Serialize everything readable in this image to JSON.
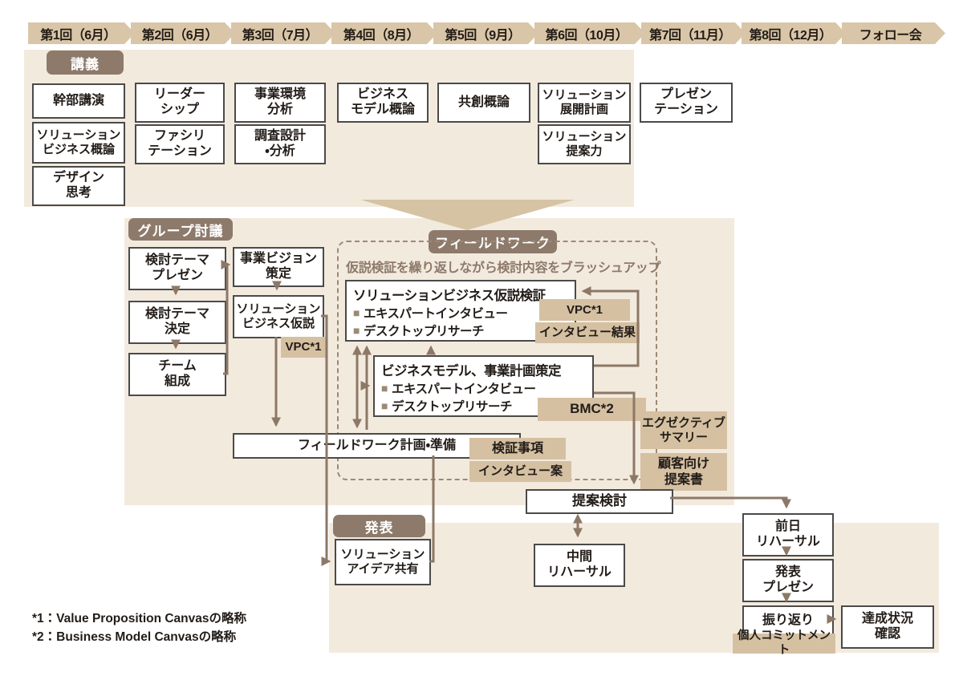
{
  "timeline": {
    "sessions": [
      "第1回（6月）",
      "第2回（6月）",
      "第3回（7月）",
      "第4回（8月）",
      "第5回（9月）",
      "第6回（10月）",
      "第7回（11月）",
      "第8回（12月）",
      "フォロー会"
    ]
  },
  "sections": {
    "lecture": {
      "label": "講義"
    },
    "group_discussion": {
      "label": "グループ討議"
    },
    "fieldwork": {
      "label": "フィールドワーク",
      "subtitle": "仮説検証を繰り返しながら検討内容をブラッシュアップ"
    },
    "presentation": {
      "label": "発表"
    }
  },
  "lecture": {
    "boxes": [
      "幹部講演",
      "ソリューション\nビジネス概論",
      "デザイン\n思考",
      "リーダー\nシップ",
      "ファシリ\nテーション",
      "事業環境\n分析",
      "調査設計\n・分析",
      "ビジネス\nモデル概論",
      "共創概論",
      "ソリューション\n展開計画",
      "ソリューション\n提案力",
      "プレゼン\nテーション"
    ]
  },
  "group": {
    "boxes": [
      "検討テーマ\nプレゼン",
      "検討テーマ\n決定",
      "チーム\n組成",
      "事業ビジョン\n策定",
      "ソリューション\nビジネス仮説"
    ],
    "vpc_label": "VPC*1"
  },
  "fieldwork": {
    "hypothesis_box": {
      "title": "ソリューションビジネス仮説検証",
      "items": [
        "エキスパートインタビュー",
        "デスクトップリサーチ"
      ]
    },
    "bizmodel_box": {
      "title": "ビジネスモデル、事業計画策定",
      "items": [
        "エキスパートインタビュー",
        "デスクトップリサーチ"
      ]
    },
    "plan_box": "フィールドワーク計画・準備",
    "labels": {
      "vpc": "VPC*1",
      "interview_result": "インタビュー結果",
      "bmc": "BMC*2",
      "verification_items": "検証事項",
      "interview_draft": "インタビュー案"
    }
  },
  "outputs": {
    "exec_summary": "エグゼクティブ\nサマリー",
    "customer_proposal": "顧客向け\n提案書",
    "personal_commitment": "個人コミットメント"
  },
  "flow": {
    "proposal_review": "提案検討",
    "interim_rehearsal": "中間\nリハーサル",
    "idea_sharing": "ソリューション\nアイデア共有",
    "day_before_rehearsal": "前日\nリハーサル",
    "final_presentation": "発表\nプレゼン",
    "reflection": "振り返り",
    "achievement_check": "達成状況\n確認"
  },
  "footnotes": [
    "*1：Value Proposition Canvasの略称",
    "*2：Business Model Canvasの略称"
  ],
  "icons": {
    "bullet": "■"
  },
  "colors": {
    "chevron_bg": "#d9c6a8",
    "tag_bg": "#8d7a6b",
    "panel_bg": "#f3eade",
    "label_bg": "#d5c0a2",
    "arrow": "#8d7867",
    "box_border": "#4a4a4a",
    "funnel": "#d6c3a4",
    "text": "#221c18"
  }
}
